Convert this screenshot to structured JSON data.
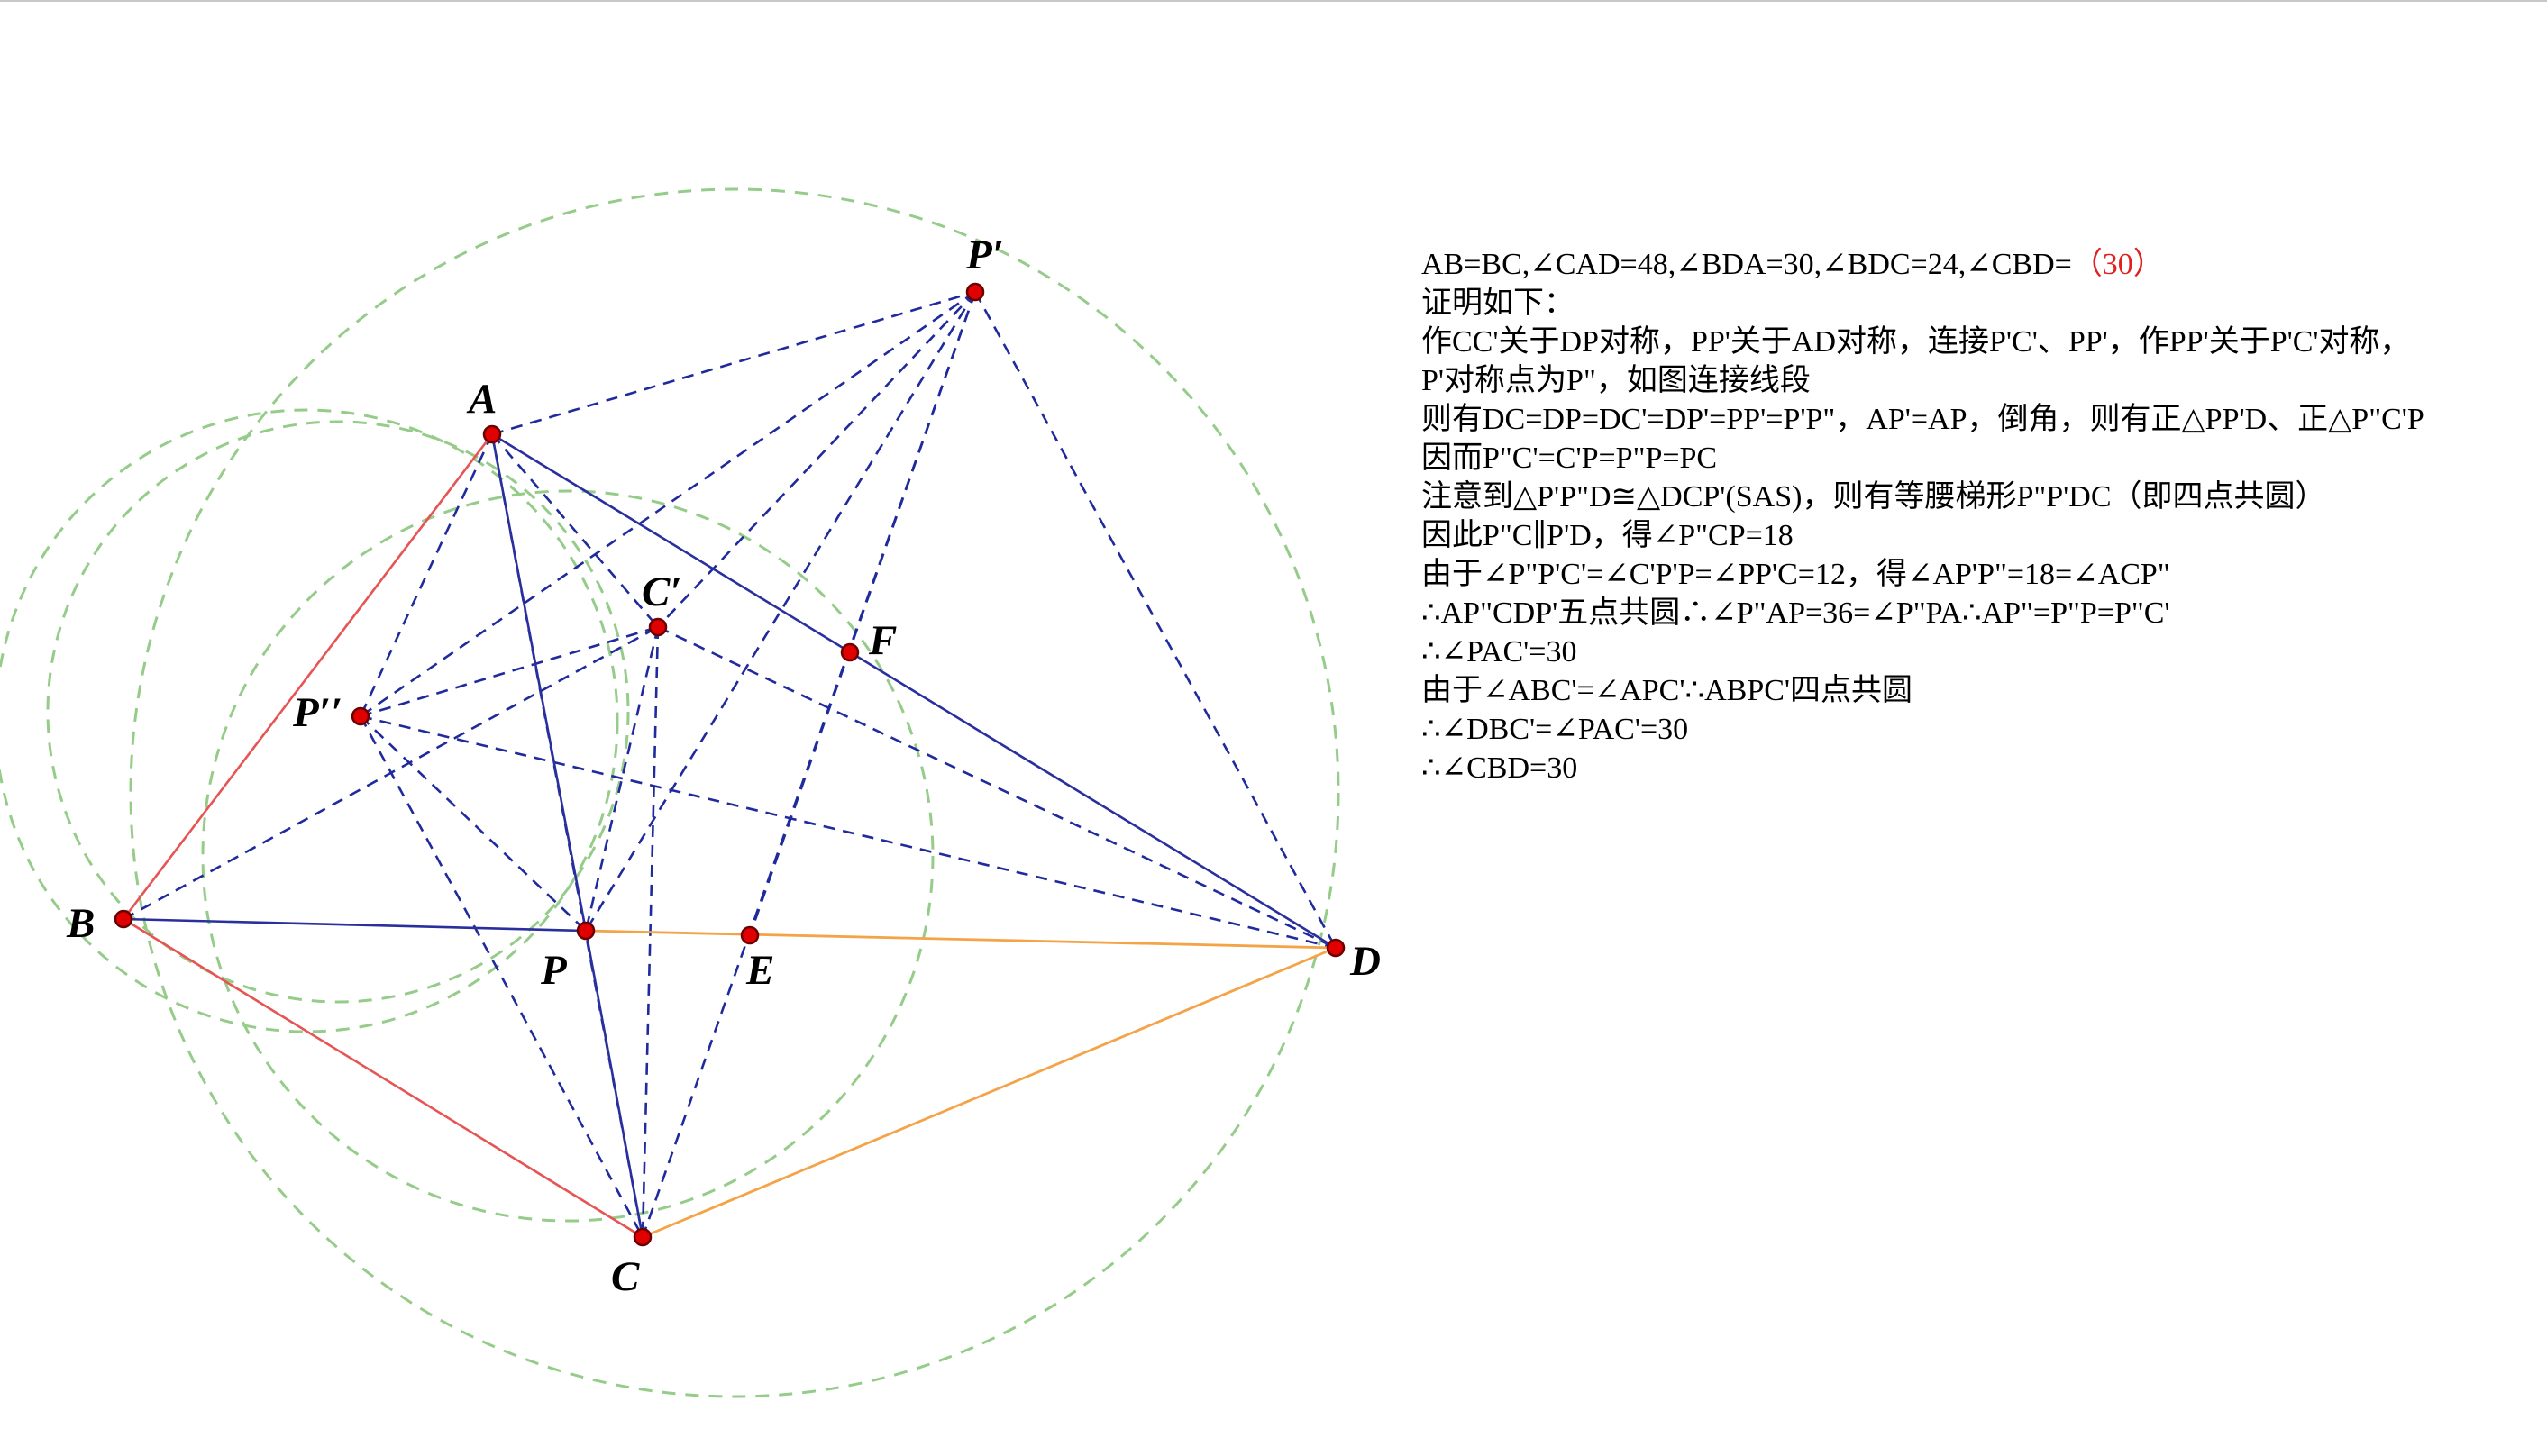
{
  "colors": {
    "circle": "#96cc8a",
    "dashed": "#1f2a9c",
    "solid_blue": "#2a2f9e",
    "red_edge": "#e65454",
    "orange_edge": "#f4a347",
    "point_fill": "#e00000",
    "point_stroke": "#6a0000"
  },
  "points": [
    {
      "id": "A",
      "label": "A"
    },
    {
      "id": "B",
      "label": "B"
    },
    {
      "id": "C",
      "label": "C"
    },
    {
      "id": "D",
      "label": "D"
    },
    {
      "id": "P",
      "label": "P"
    },
    {
      "id": "E",
      "label": "E"
    },
    {
      "id": "F",
      "label": "F"
    },
    {
      "id": "Pp",
      "label": "P′"
    },
    {
      "id": "Ppp",
      "label": "P′′"
    },
    {
      "id": "Cp",
      "label": "C′"
    }
  ],
  "proof": {
    "line1_text": "AB=BC,∠CAD=48,∠BDA=30,∠BDC=24,∠CBD=",
    "line1_answer": "（30）",
    "lines": [
      "证明如下：",
      "作CC'关于DP对称，PP'关于AD对称，连接P'C'、PP'，作PP'关于P'C'对称，",
      "P'对称点为P\"，如图连接线段",
      "则有DC=DP=DC'=DP'=PP'=P'P\"，AP'=AP，倒角，则有正△PP'D、正△P\"C'P",
      "因而P\"C'=C'P=P\"P=PC",
      "注意到△P'P\"D≅△DCP'(SAS)，则有等腰梯形P\"P'DC（即四点共圆）",
      "因此P\"C∥P'D，得∠P\"CP=18",
      "由于∠P\"P'C'=∠C'P'P=∠PP'C=12，得∠AP'P\"=18=∠ACP\"",
      "∴AP\"CDP'五点共圆∴∠P\"AP=36=∠P\"PA∴AP\"=P\"P=P\"C'",
      "∴∠PAC'=30",
      "由于∠ABC'=∠APC'∴ABPC'四点共圆",
      "∴∠DBC'=∠PAC'=30",
      "∴∠CBD=30"
    ]
  }
}
